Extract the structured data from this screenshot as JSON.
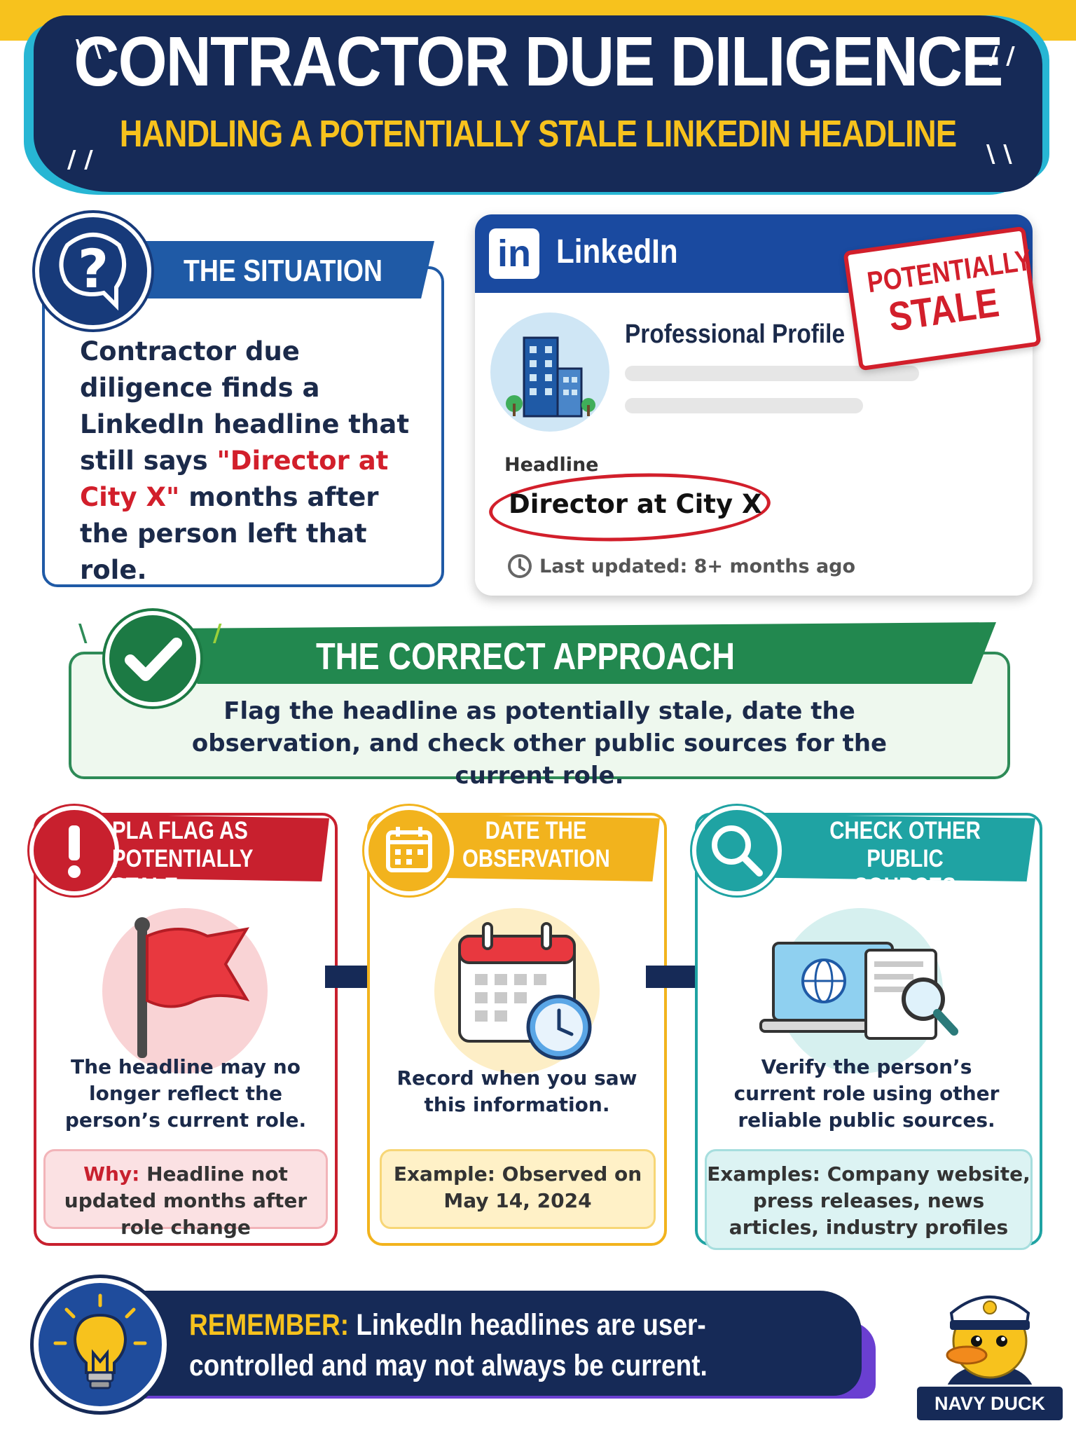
{
  "header": {
    "title": "CONTRACTOR DUE DILIGENCE",
    "subtitle": "HANDLING A POTENTIALLY STALE LINKEDIN HEADLINE"
  },
  "situation": {
    "title": "THE SITUATION",
    "text_before": "Contractor due diligence finds a LinkedIn headline that still says",
    "text_highlight": "\"Director at City X\"",
    "text_after": "months after the person left that role."
  },
  "linkedin": {
    "brand": "LinkedIn",
    "logo": "in",
    "profile_label": "Professional Profile",
    "headline_label": "Headline",
    "headline_value": "Director at City X",
    "last_updated": "Last updated: 8+ months ago",
    "stamp_line1": "POTENTIALLY",
    "stamp_line2": "STALE"
  },
  "approach": {
    "title": "THE CORRECT APPROACH",
    "text": "Flag the headline as potentially stale, date the observation, and check other public sources for the current role."
  },
  "steps": [
    {
      "title_line1": "PLA FLAG AS",
      "title_line2": "POTENTIALLY STALE",
      "description": "The headline may no longer reflect the person’s current role.",
      "note_lead": "Why:",
      "note_text": "Headline not updated months after role change",
      "color": "#c8202e"
    },
    {
      "title_line1": "DATE THE",
      "title_line2": "OBSERVATION",
      "description": "Record when you saw this information.",
      "note_lead": "Example:",
      "note_text": "Observed on May 14, 2024",
      "color": "#f2b31d"
    },
    {
      "title_line1": "CHECK OTHER PUBLIC",
      "title_line2": "SOURCES",
      "description": "Verify the person’s current role using other reliable public sources.",
      "note_lead": "Examples:",
      "note_text": "Company website, press releases, news articles, industry profiles",
      "color": "#1fa3a3"
    }
  ],
  "remember": {
    "lead": "REMEMBER:",
    "text": "LinkedIn headlines are user-controlled and may not always be current."
  },
  "mascot": {
    "badge": "NAVY DUCK"
  },
  "icons": [
    "question-icon",
    "linkedin-logo-icon",
    "building-icon",
    "clock-icon",
    "check-icon",
    "exclamation-icon",
    "flag-icon",
    "calendar-icon",
    "calendar-clock-icon",
    "search-icon",
    "laptop-search-icon",
    "arrow-right-icon",
    "lightbulb-icon",
    "duck-mascot-icon"
  ],
  "colors": {
    "navy": "#162a57",
    "yellow": "#f7c21d",
    "blue": "#1f5aa6",
    "linkedin_blue": "#1a4aa0",
    "red": "#c8202e",
    "green": "#22884f",
    "amber": "#f2b31d",
    "teal": "#1fa3a3"
  }
}
